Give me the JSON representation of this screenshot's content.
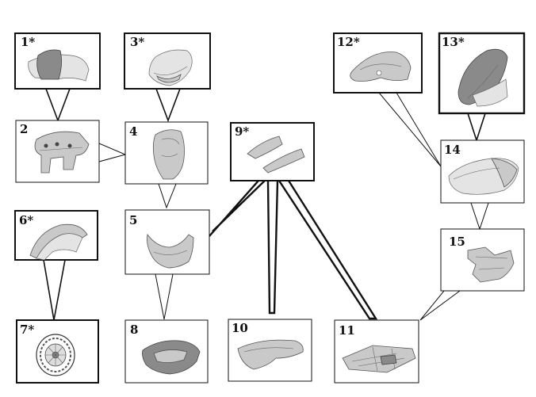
{
  "parts": [
    {
      "id": "p1",
      "label": "1*",
      "icon": "front-panel-with-seat-pad-icon"
    },
    {
      "id": "p2",
      "label": "2",
      "icon": "front-frame-bracket-icon"
    },
    {
      "id": "p3",
      "label": "3*",
      "icon": "headlight-cowl-icon"
    },
    {
      "id": "p4",
      "label": "4",
      "icon": "inner-leg-shield-icon"
    },
    {
      "id": "p5",
      "label": "5",
      "icon": "lower-front-cover-icon"
    },
    {
      "id": "p6",
      "label": "6*",
      "icon": "front-fender-icon"
    },
    {
      "id": "p7",
      "label": "7*",
      "icon": "front-wheel-icon"
    },
    {
      "id": "p8",
      "label": "8",
      "icon": "floor-mat-icon"
    },
    {
      "id": "p9",
      "label": "9*",
      "icon": "side-covers-icon"
    },
    {
      "id": "p10",
      "label": "10",
      "icon": "under-cover-icon"
    },
    {
      "id": "p11",
      "label": "11",
      "icon": "floor-frame-icon"
    },
    {
      "id": "p12",
      "label": "12*",
      "icon": "storage-compartment-icon"
    },
    {
      "id": "p13",
      "label": "13*",
      "icon": "seat-icon"
    },
    {
      "id": "p14",
      "label": "14",
      "icon": "rear-body-cover-icon"
    },
    {
      "id": "p15",
      "label": "15",
      "icon": "rear-inner-panel-icon"
    }
  ]
}
